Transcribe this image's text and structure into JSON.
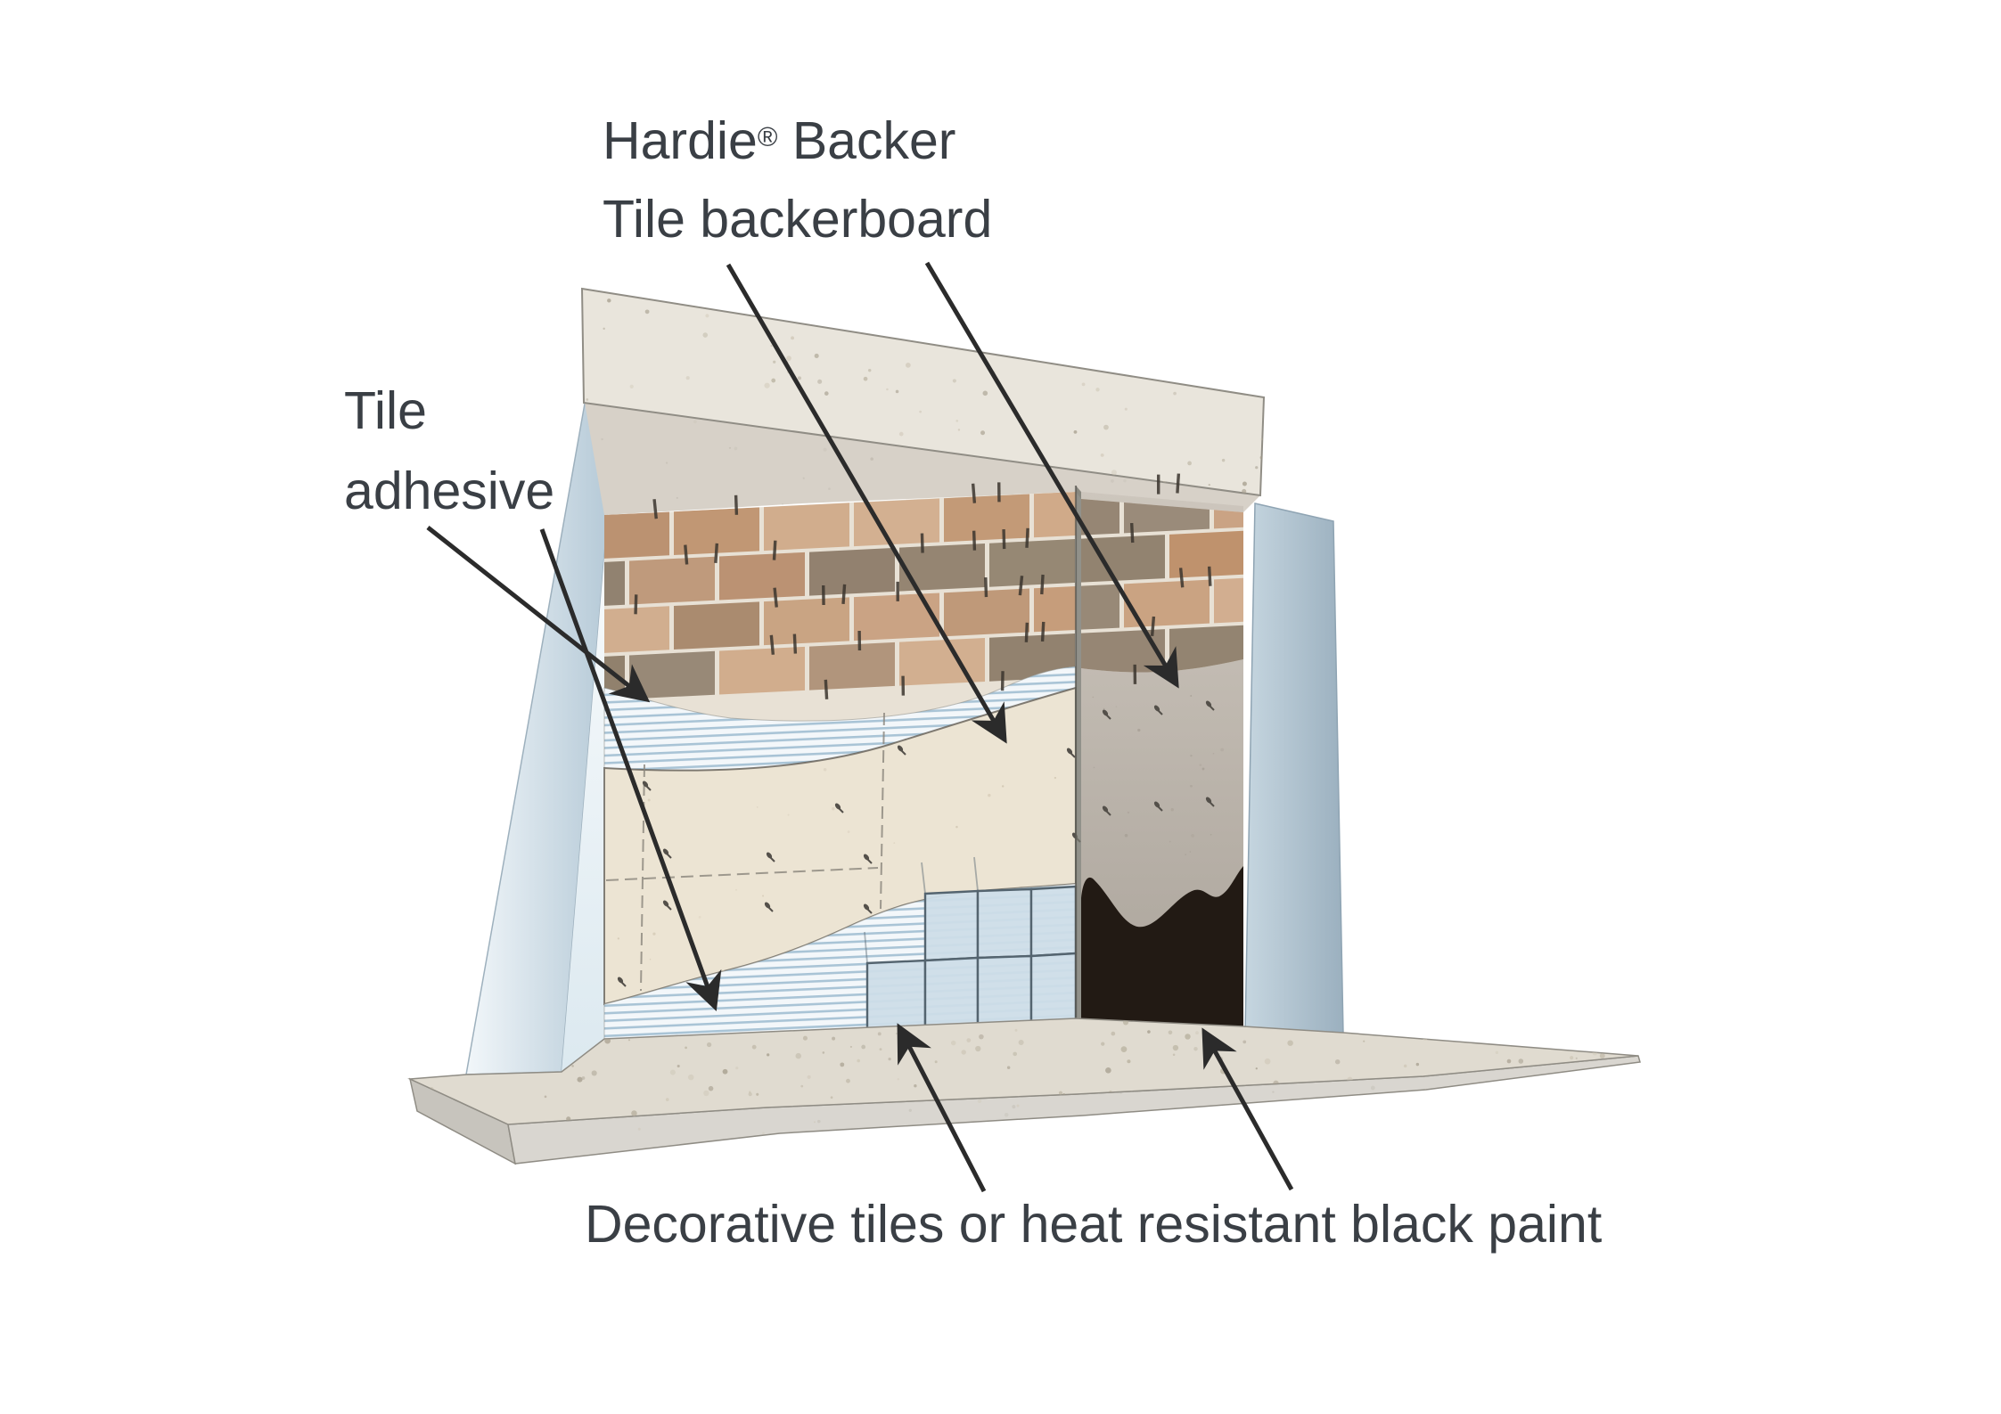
{
  "figure": {
    "background": "#ffffff",
    "labels": {
      "backerboard": {
        "brand": "Hardie",
        "registered_mark": "®",
        "line1_rest": " Backer",
        "line2": "Tile backerboard"
      },
      "adhesive": {
        "line1": "Tile",
        "line2": "adhesive"
      },
      "decorative": {
        "text": "Decorative tiles or heat resistant black paint"
      }
    },
    "colors": {
      "label_text": "#3a3f45",
      "arrow": "#2b2b2b",
      "brick_palette": [
        "#c59a77",
        "#b98f6e",
        "#bd8f6a",
        "#cfa988",
        "#8e7e6b",
        "#a98a6e"
      ],
      "mortar": "#e8e1d5",
      "stripe_line": "#a9c4d6",
      "stripe_bg": "#f3f7fa",
      "backerboard": "#ece4d3",
      "top_band": "#d7d1c8",
      "right_panel": "#b7b0a7",
      "tile_fill": "#cddde8",
      "tile_line": "#54646f",
      "black_paint": "#221a14",
      "beam": "#e9e5dc",
      "hearth_top": "#e0dbd0",
      "hearth_front": "#d9d6d0",
      "hearth_side": "#c7c4bd",
      "speckle_dark": "#a8a090",
      "speckle_mid": "#b9b2a0",
      "speckle_light": "#cfc8b8",
      "tie": "#3b352e",
      "screw": "#54504a",
      "outline": "#8f8c84"
    }
  }
}
